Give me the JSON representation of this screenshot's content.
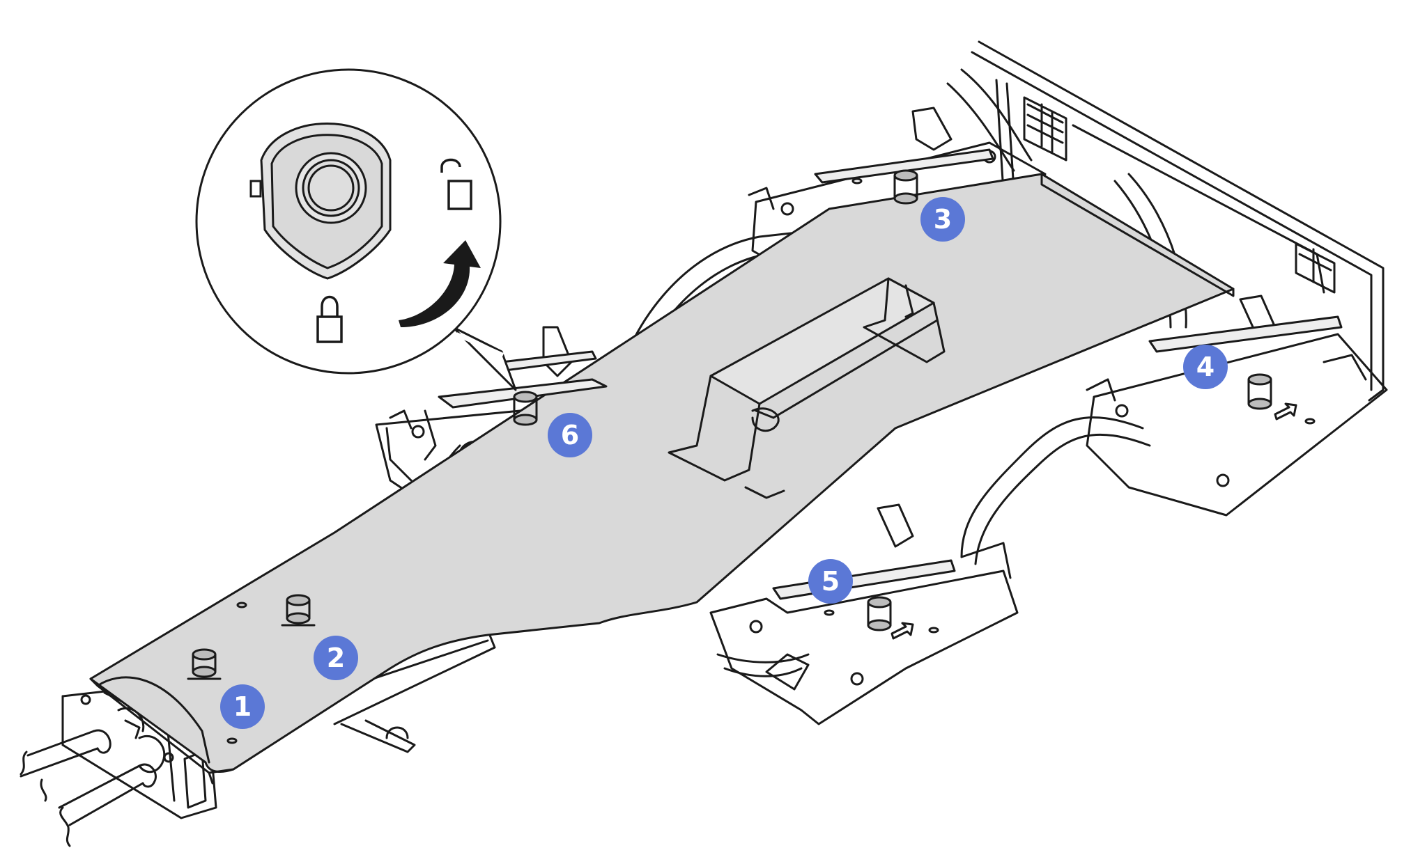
{
  "diagram": {
    "colors": {
      "line": "#1a1a1a",
      "tray_fill": "#d9d9d9",
      "callout_fill": "#5b78d6",
      "callout_text": "#ffffff",
      "background": "#ffffff"
    },
    "callouts": [
      {
        "id": "1",
        "label": "1"
      },
      {
        "id": "2",
        "label": "2"
      },
      {
        "id": "3",
        "label": "3"
      },
      {
        "id": "4",
        "label": "4"
      },
      {
        "id": "5",
        "label": "5"
      },
      {
        "id": "6",
        "label": "6"
      }
    ],
    "inset": {
      "icons": [
        "unlock-icon",
        "lock-icon",
        "rotate-arrow-icon",
        "screw-head-icon"
      ]
    }
  }
}
